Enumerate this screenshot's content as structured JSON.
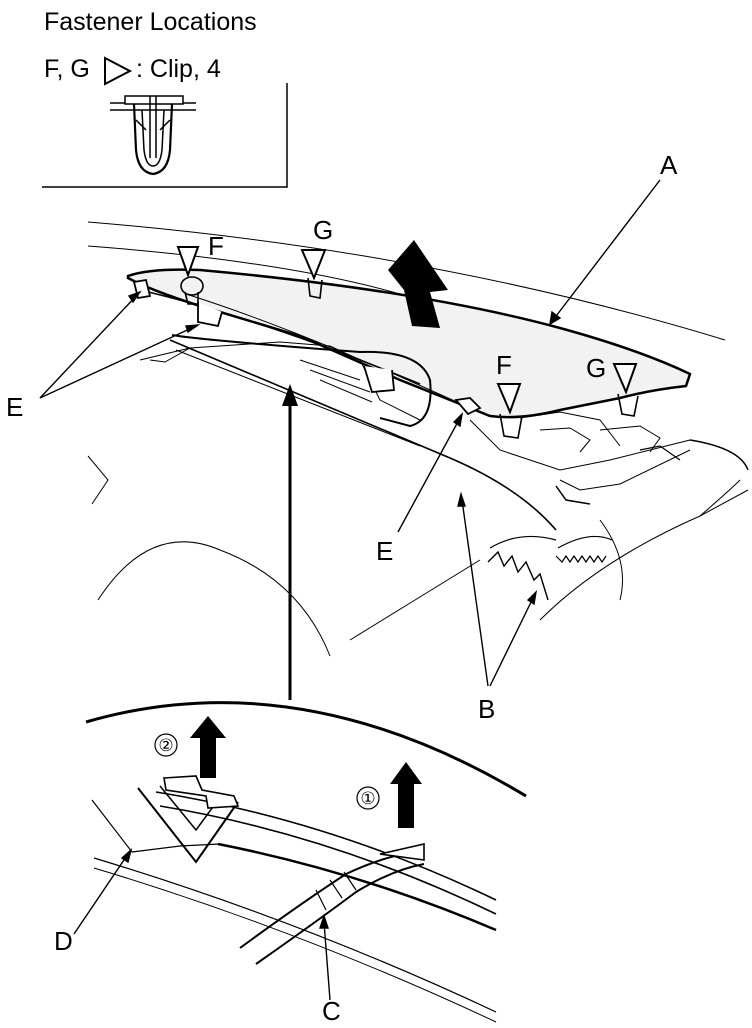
{
  "header": {
    "title": "Fastener Locations",
    "legend_fastener_letters": "F, G",
    "legend_description": ": Clip, 4"
  },
  "callouts": {
    "A": "A",
    "B": "B",
    "C": "C",
    "D": "D",
    "E_left": "E",
    "E_lower": "E",
    "F_left": "F",
    "F_right": "F",
    "G_left": "G",
    "G_right": "G"
  },
  "steps": {
    "step1": "①",
    "step2": "②"
  },
  "icons": {
    "clip_marker": "triangle-marker-icon",
    "removal_arrow": "removal-arrow-icon",
    "clip_cross_section": "clip-cross-section-icon"
  },
  "colors": {
    "line": "#000000",
    "background": "#ffffff",
    "trim_panel": "#f2f2f2"
  }
}
